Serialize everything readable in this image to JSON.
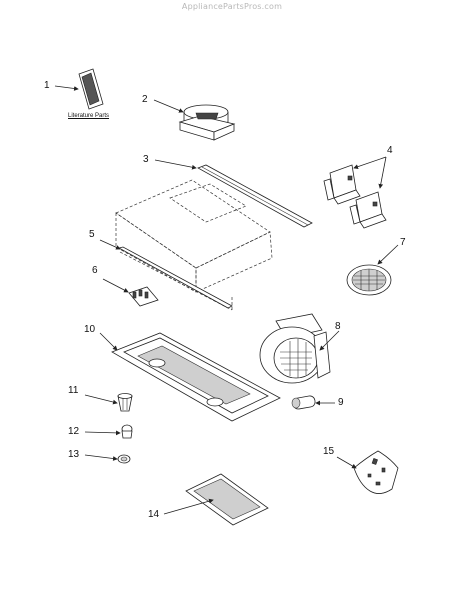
{
  "watermark": "AppliancePartsPros.com",
  "literature_label": "Literature Parts",
  "callouts": [
    "1",
    "2",
    "3",
    "4",
    "5",
    "6",
    "7",
    "8",
    "9",
    "10",
    "11",
    "12",
    "13",
    "14",
    "15"
  ]
}
